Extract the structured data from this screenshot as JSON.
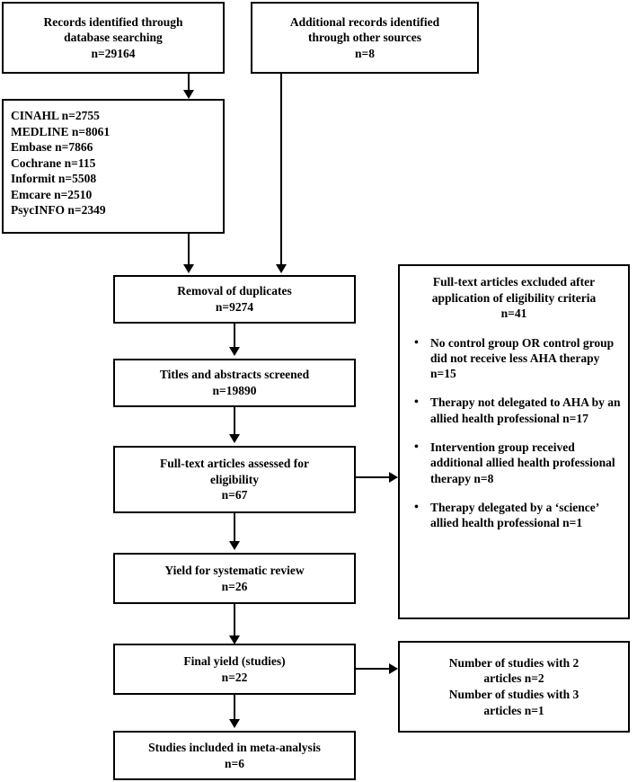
{
  "diagram": {
    "type": "prisma-flow-diagram",
    "colors": {
      "border": "#000000",
      "background": "#ffffff",
      "text": "#000000"
    },
    "boxes": {
      "database_search": {
        "lines": [
          "Records identified through",
          "database searching",
          "n=29164"
        ]
      },
      "other_sources": {
        "lines": [
          "Additional records identified",
          "through other sources",
          "n=8"
        ]
      },
      "database_breakdown": {
        "lines": [
          "CINAHL n=2755",
          "MEDLINE n=8061",
          "Embase n=7866",
          "Cochrane n=115",
          "Informit n=5508",
          "Emcare n=2510",
          "PsycINFO n=2349"
        ]
      },
      "duplicates": {
        "lines": [
          "Removal of duplicates",
          "n=9274"
        ]
      },
      "screened": {
        "lines": [
          "Titles and abstracts screened",
          "n=19890"
        ]
      },
      "eligibility": {
        "lines": [
          "Full-text articles assessed for",
          "eligibility",
          "n=67"
        ]
      },
      "systematic_review": {
        "lines": [
          "Yield for systematic review",
          "n=26"
        ]
      },
      "final_yield": {
        "lines": [
          "Final yield (studies)",
          "n=22"
        ]
      },
      "meta_analysis": {
        "lines": [
          "Studies included in meta-analysis",
          "n=6"
        ]
      },
      "excluded": {
        "heading": [
          "Full-text articles excluded after",
          "application of eligibility criteria",
          "n=41"
        ],
        "bullet_marker": "•",
        "bullets": [
          "No control group OR control group did not receive less AHA therapy n=15",
          "Therapy not delegated to AHA by an allied health professional n=17",
          "Intervention group received additional allied health professional therapy n=8",
          "Therapy delegated by a ‘science’ allied health professional n=1"
        ]
      },
      "multi_article_studies": {
        "lines": [
          "Number of studies with 2",
          "articles n=2",
          "Number of studies with 3",
          "articles n=1"
        ]
      }
    }
  }
}
